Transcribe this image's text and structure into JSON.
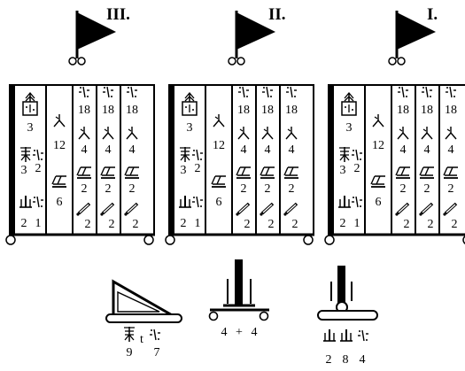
{
  "flags": [
    {
      "label": "III."
    },
    {
      "label": "II."
    },
    {
      "label": "I."
    }
  ],
  "panel": {
    "col1": {
      "top": "3",
      "mid_left": "3",
      "mid_right": "2",
      "bot_left": "2",
      "bot_right": "1"
    },
    "col2": {
      "top": "12",
      "bottom": "6"
    },
    "col3": {
      "a": "18",
      "b": "4",
      "c": "2",
      "d": "2"
    },
    "col4": {
      "a": "18",
      "b": "4",
      "c": "2",
      "d": "2"
    },
    "col5": {
      "a": "18",
      "b": "4",
      "c": "2",
      "d": "2"
    }
  },
  "bottom": {
    "left": {
      "a": "9",
      "b": "t",
      "c": "7"
    },
    "middle": {
      "a": "4",
      "op": "+",
      "b": "4"
    },
    "right": {
      "a": "2",
      "b": "8",
      "c": "4"
    }
  },
  "icons": [
    "flag-icon",
    "arrow-house-icon",
    "person-icon",
    "bird-icon",
    "pickaxe-icon",
    "trench-icon",
    "wall-icon",
    "gun-icon",
    "cart-icon",
    "cannon-icon",
    "mortar-icon"
  ]
}
